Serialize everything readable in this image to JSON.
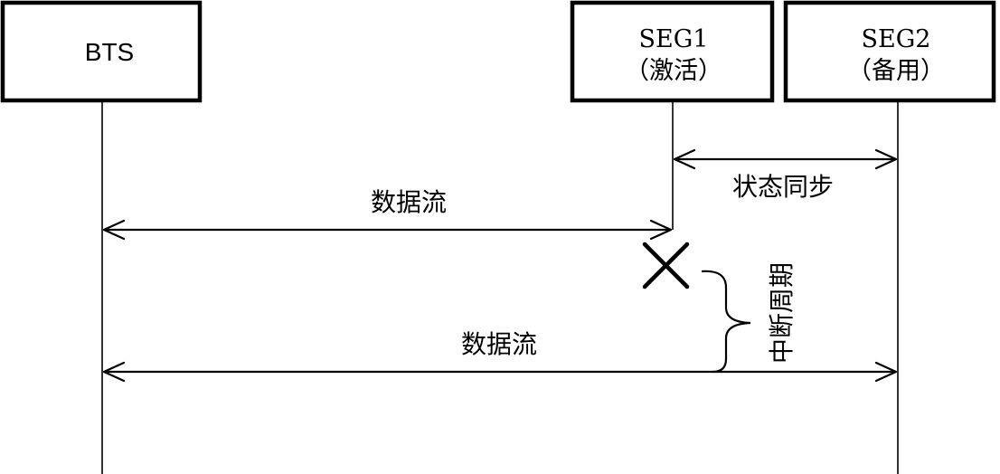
{
  "participants": {
    "bts": {
      "label": "BTS"
    },
    "seg1": {
      "line1": "SEG1",
      "line2": "（激活）"
    },
    "seg2": {
      "line1": "SEG2",
      "line2": "（备用）"
    }
  },
  "messages": {
    "state_sync": "状态同步",
    "data_flow_1": "数据流",
    "data_flow_2": "数据流"
  },
  "annotations": {
    "interruption_period": "中断周期"
  }
}
